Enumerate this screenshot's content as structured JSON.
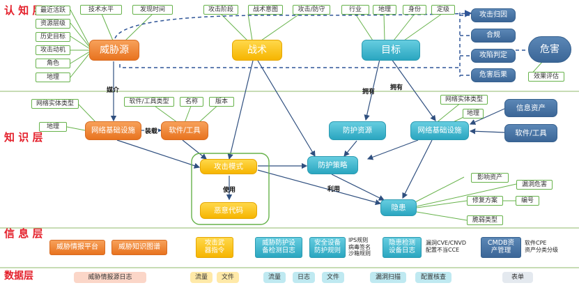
{
  "layers": {
    "cognition": "认\n知\n层",
    "knowledge": "知\n识\n层",
    "information": "信\n息\n层",
    "data": "数据层"
  },
  "cognition": {
    "main": {
      "threat_source": "威胁源",
      "tactics": "战术",
      "target": "目标",
      "harm": "危害"
    },
    "threat_attrs": [
      "最近活跃",
      "资源层级",
      "历史目标",
      "攻击动机",
      "角色",
      "地理"
    ],
    "top_attrs": {
      "tech_level": "技术水平",
      "discovery_time": "发现时间",
      "attack_stage": "攻击阶段",
      "tactic_intent": "战术意图",
      "attack_defense": "攻击/防守",
      "industry": "行业",
      "geo": "地理",
      "identity": "身份",
      "rating": "定级"
    },
    "harm_items": [
      "攻击归因",
      "合规",
      "攻陷判定",
      "危害后果"
    ],
    "eval": "效果评估"
  },
  "knowledge": {
    "network_infra_left": "网络基础设施",
    "software_tools_left": "软件/工具",
    "attack_mode": "攻击模式",
    "malicious_code": "恶意代码",
    "defense_resource": "防护资源",
    "defense_policy": "防护策略",
    "network_infra_right": "网络基础设施",
    "info_asset": "信息资产",
    "software_tools_right": "软件/工具",
    "vulnerability": "隐患",
    "left_attrs": {
      "net_entity_type": "网络实体类型",
      "geo": "地理",
      "sw_tool_type": "软件/工具类型",
      "name": "名称",
      "version": "版本"
    },
    "right_attrs": {
      "net_entity_type": "网络实体类型",
      "geo": "地理"
    },
    "vuln_attrs": {
      "impact_asset": "影响资产",
      "vuln_harm": "漏洞危害",
      "fix": "修复方案",
      "number": "编号",
      "vuln_type": "脆弱类型"
    }
  },
  "edge_labels": {
    "medium": "媒介",
    "deploy": "装载",
    "use": "使用",
    "own1": "拥有",
    "own2": "拥有",
    "exploit": "利用"
  },
  "information": {
    "ti_platform": "威胁情报平台",
    "kg": "威胁知识图谱",
    "attack_cmd": "攻击武\n器指令",
    "threat_device_log": "威胁防护设\n备检测日志",
    "security_device": "安全设备\n防护规则",
    "ips_note": "IPS规则\n病毒签名\n沙箱规则",
    "vuln_device_log": "隐患检测\n设备日志",
    "vuln_note": "漏洞CVE/CNVD\n配置不当CCE",
    "cmdb": "CMDB资\n产管理",
    "cmdb_note": "软件CPE\n资产分类分级"
  },
  "data_layer": [
    "威胁情报源日志",
    "流量",
    "文件",
    "流量",
    "日志",
    "文件",
    "漏洞扫描",
    "配置核查",
    "表单"
  ],
  "colors": {
    "orange": "#e8731f",
    "yellow": "#f6b500",
    "teal": "#2aa6c0",
    "slate": "#3b6697",
    "green": "#66b24a",
    "dashed": "#2f5597"
  }
}
